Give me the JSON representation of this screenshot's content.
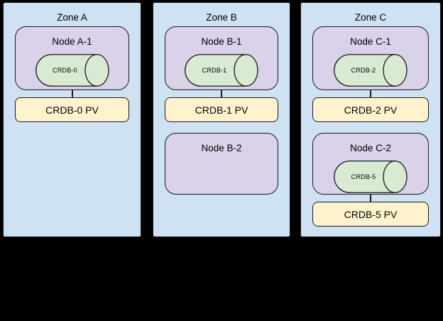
{
  "diagram": {
    "zones": [
      {
        "label": "Zone A",
        "nodes": [
          {
            "label": "Node A-1",
            "pod_label": "CRDB-0",
            "pv_label": "CRDB-0 PV"
          }
        ]
      },
      {
        "label": "Zone B",
        "nodes": [
          {
            "label": "Node B-1",
            "pod_label": "CRDB-1",
            "pv_label": "CRDB-1 PV"
          },
          {
            "label": "Node B-2"
          }
        ]
      },
      {
        "label": "Zone C",
        "nodes": [
          {
            "label": "Node C-1",
            "pod_label": "CRDB-2",
            "pv_label": "CRDB-2 PV"
          },
          {
            "label": "Node C-2",
            "pod_label": "CRDB-5",
            "pv_label": "CRDB-5 PV"
          }
        ]
      }
    ],
    "colors": {
      "background": "#000000",
      "zone_fill": "#cfe2f3",
      "node_fill": "#d9d2e9",
      "pod_fill": "#d9ead3",
      "pv_fill": "#fff2cc",
      "outline": "#1a1a1a",
      "text": "#000000"
    }
  }
}
